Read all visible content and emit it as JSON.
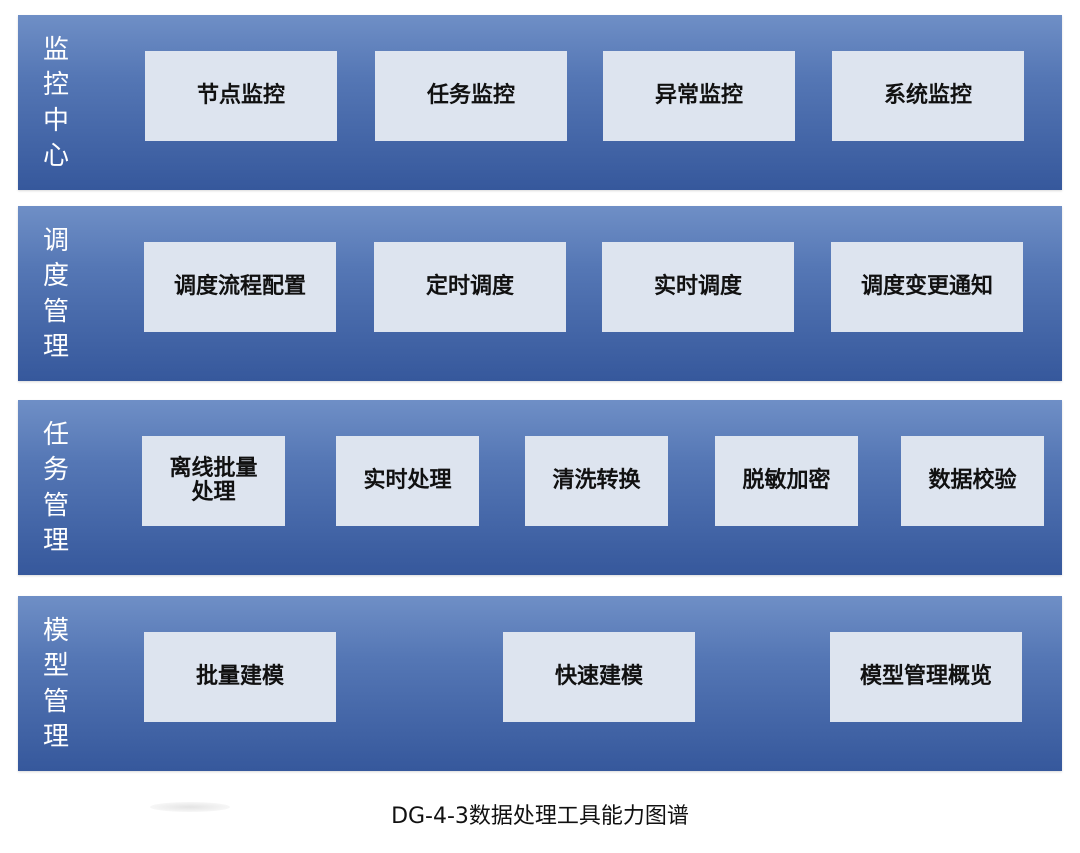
{
  "layers": [
    {
      "title": [
        "监",
        "控",
        "中",
        "心"
      ],
      "items": [
        "节点监控",
        "任务监控",
        "异常监控",
        "系统监控"
      ]
    },
    {
      "title": [
        "调",
        "度",
        "管",
        "理"
      ],
      "items": [
        "调度流程配置",
        "定时调度",
        "实时调度",
        "调度变更通知"
      ]
    },
    {
      "title": [
        "任",
        "务",
        "管",
        "理"
      ],
      "items": [
        "离线批量\n处理",
        "实时处理",
        "清洗转换",
        "脱敏加密",
        "数据校验"
      ]
    },
    {
      "title": [
        "模",
        "型",
        "管",
        "理"
      ],
      "items": [
        "批量建模",
        "快速建模",
        "模型管理概览"
      ]
    }
  ],
  "caption": "DG-4-3数据处理工具能力图谱",
  "colors": {
    "layer_top": "#6f8fc6",
    "layer_bottom": "#36589c",
    "box_fill": "#dde4ef",
    "title_text": "#ffffff"
  }
}
